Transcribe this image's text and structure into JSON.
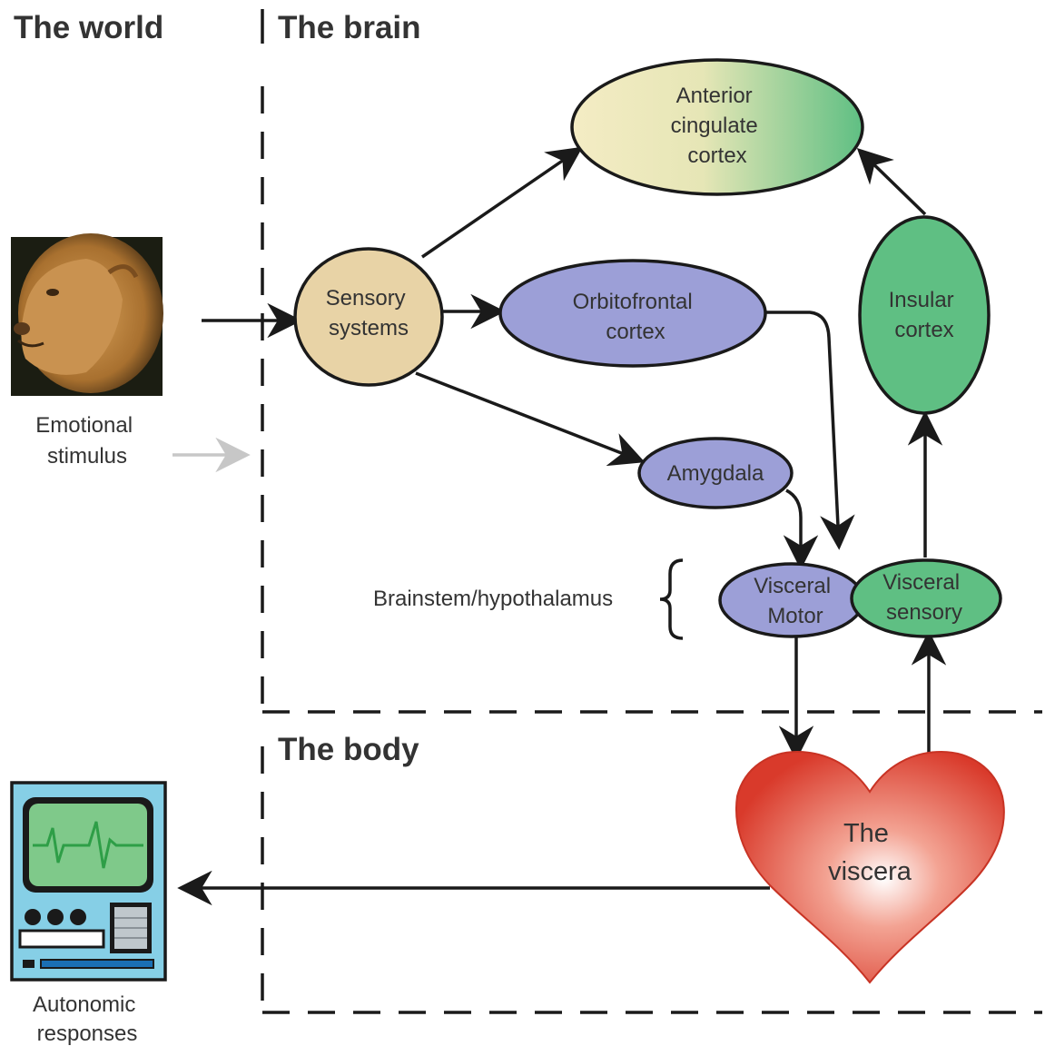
{
  "regions": {
    "world": "The world",
    "brain": "The brain",
    "body": "The body"
  },
  "nodes": {
    "anterior_cingulate": [
      "Anterior",
      "cingulate",
      "cortex"
    ],
    "sensory_systems": [
      "Sensory",
      "systems"
    ],
    "orbitofrontal": [
      "Orbitofrontal",
      "cortex"
    ],
    "insular": [
      "Insular",
      "cortex"
    ],
    "amygdala": [
      "Amygdala"
    ],
    "visceral_motor": [
      "Visceral",
      "Motor"
    ],
    "visceral_sensory": [
      "Visceral",
      "sensory"
    ],
    "viscera": [
      "The",
      "viscera"
    ]
  },
  "labels": {
    "stimulus": [
      "Emotional",
      "stimulus"
    ],
    "brainstem": "Brainstem/hypothalamus",
    "autonomic": [
      "Autonomic",
      "responses"
    ]
  },
  "colors": {
    "sensory_fill": "#e8d3a6",
    "purple_fill": "#9c9fd7",
    "green_fill": "#5fbf83",
    "cream_fill": "#f4ecc4",
    "heart_fill": "#d93a2b",
    "monitor_frame": "#86cfe6",
    "monitor_screen": "#7fc98a",
    "trace": "#2e9e47"
  },
  "icons": {
    "stimulus_image": "lion-photo",
    "responses_image": "monitor-icon",
    "viscera_shape": "heart-shape"
  }
}
